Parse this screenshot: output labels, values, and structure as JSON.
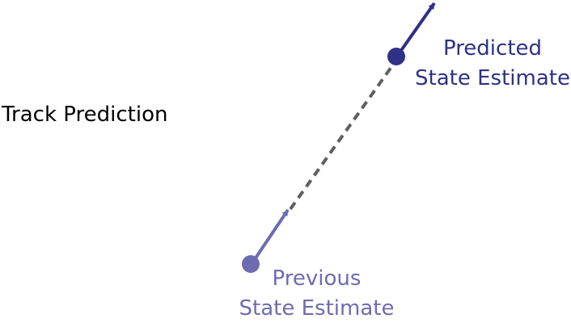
{
  "title": "Track Prediction",
  "predicted": {
    "line1": "Predicted",
    "line2": "State Estimate"
  },
  "previous": {
    "line1": "Previous",
    "line2": "State Estimate"
  },
  "colors": {
    "title": "#000000",
    "predicted": "#2e3186",
    "previous": "#6d6cb0",
    "connector": "#5f5f5f"
  }
}
